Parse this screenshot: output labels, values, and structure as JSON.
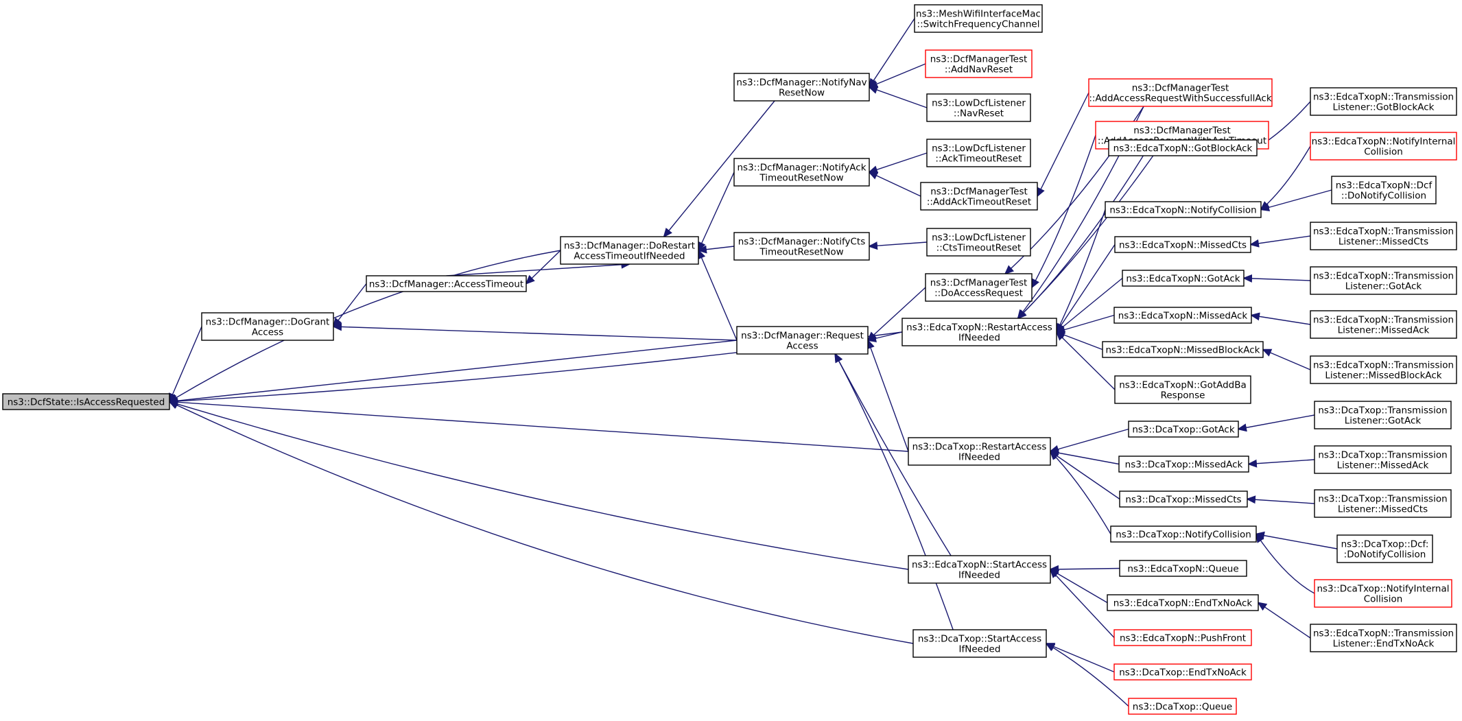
{
  "graph": {
    "edge_color": "#191970",
    "node_colors": {
      "normal": "#000000",
      "red": "#ff0000",
      "root_fill": "#bfbfbf"
    },
    "nodes": [
      {
        "id": "root",
        "lines": [
          "ns3::DcfState::IsAccessRequested"
        ],
        "style": "root"
      },
      {
        "id": "doGrant",
        "lines": [
          "ns3::DcfManager::DoGrant",
          "Access"
        ],
        "style": "normal"
      },
      {
        "id": "accessTimeout",
        "lines": [
          "ns3::DcfManager::AccessTimeout"
        ],
        "style": "normal"
      },
      {
        "id": "doRestart",
        "lines": [
          "ns3::DcfManager::DoRestart",
          "AccessTimeoutIfNeeded"
        ],
        "style": "normal"
      },
      {
        "id": "request",
        "lines": [
          "ns3::DcfManager::Request",
          "Access"
        ],
        "style": "normal"
      },
      {
        "id": "notifyNav",
        "lines": [
          "ns3::DcfManager::NotifyNav",
          "ResetNow"
        ],
        "style": "normal"
      },
      {
        "id": "notifyAck",
        "lines": [
          "ns3::DcfManager::NotifyAck",
          "TimeoutResetNow"
        ],
        "style": "normal"
      },
      {
        "id": "notifyCts",
        "lines": [
          "ns3::DcfManager::NotifyCts",
          "TimeoutResetNow"
        ],
        "style": "normal"
      },
      {
        "id": "meshSwitch",
        "lines": [
          "ns3::MeshWifiInterfaceMac",
          "::SwitchFrequencyChannel"
        ],
        "style": "normal"
      },
      {
        "id": "testAddNav",
        "lines": [
          "ns3::DcfManagerTest",
          "::AddNavReset"
        ],
        "style": "red"
      },
      {
        "id": "lowNav",
        "lines": [
          "ns3::LowDcfListener",
          "::NavReset"
        ],
        "style": "normal"
      },
      {
        "id": "lowAck",
        "lines": [
          "ns3::LowDcfListener",
          "::AckTimeoutReset"
        ],
        "style": "normal"
      },
      {
        "id": "testAddAckTimeoutReset",
        "lines": [
          "ns3::DcfManagerTest",
          "::AddAckTimeoutReset"
        ],
        "style": "normal"
      },
      {
        "id": "lowCts",
        "lines": [
          "ns3::LowDcfListener",
          "::CtsTimeoutReset"
        ],
        "style": "normal"
      },
      {
        "id": "testDoAccess",
        "lines": [
          "ns3::DcfManagerTest",
          "::DoAccessRequest"
        ],
        "style": "normal"
      },
      {
        "id": "testSuccessAck",
        "lines": [
          "ns3::DcfManagerTest",
          "::AddAccessRequestWithSuccessfullAck"
        ],
        "style": "red"
      },
      {
        "id": "testAckTimeout",
        "lines": [
          "ns3::DcfManagerTest",
          "::AddAccessRequestWithAckTimeout"
        ],
        "style": "red"
      },
      {
        "id": "edcaRestart",
        "lines": [
          "ns3::EdcaTxopN::RestartAccess",
          "IfNeeded"
        ],
        "style": "normal"
      },
      {
        "id": "edcaGotBlockAck",
        "lines": [
          "ns3::EdcaTxopN::GotBlockAck"
        ],
        "style": "normal"
      },
      {
        "id": "edcaNotifyCollision",
        "lines": [
          "ns3::EdcaTxopN::NotifyCollision"
        ],
        "style": "normal"
      },
      {
        "id": "edcaMissedCts",
        "lines": [
          "ns3::EdcaTxopN::MissedCts"
        ],
        "style": "normal"
      },
      {
        "id": "edcaGotAck",
        "lines": [
          "ns3::EdcaTxopN::GotAck"
        ],
        "style": "normal"
      },
      {
        "id": "edcaMissedAck",
        "lines": [
          "ns3::EdcaTxopN::MissedAck"
        ],
        "style": "normal"
      },
      {
        "id": "edcaMissedBlockAck",
        "lines": [
          "ns3::EdcaTxopN::MissedBlockAck"
        ],
        "style": "normal"
      },
      {
        "id": "edcaGotAddBa",
        "lines": [
          "ns3::EdcaTxopN::GotAddBa",
          "Response"
        ],
        "style": "normal"
      },
      {
        "id": "tlGotBlockAck",
        "lines": [
          "ns3::EdcaTxopN::Transmission",
          "Listener::GotBlockAck"
        ],
        "style": "normal"
      },
      {
        "id": "edcaNotifyInternal",
        "lines": [
          "ns3::EdcaTxopN::NotifyInternal",
          "Collision"
        ],
        "style": "red"
      },
      {
        "id": "edcaDcfNotify",
        "lines": [
          "ns3::EdcaTxopN::Dcf",
          "::DoNotifyCollision"
        ],
        "style": "normal"
      },
      {
        "id": "tlMissedCts",
        "lines": [
          "ns3::EdcaTxopN::Transmission",
          "Listener::MissedCts"
        ],
        "style": "normal"
      },
      {
        "id": "tlGotAck",
        "lines": [
          "ns3::EdcaTxopN::Transmission",
          "Listener::GotAck"
        ],
        "style": "normal"
      },
      {
        "id": "tlMissedAck",
        "lines": [
          "ns3::EdcaTxopN::Transmission",
          "Listener::MissedAck"
        ],
        "style": "normal"
      },
      {
        "id": "tlMissedBlockAck",
        "lines": [
          "ns3::EdcaTxopN::Transmission",
          "Listener::MissedBlockAck"
        ],
        "style": "normal"
      },
      {
        "id": "dcaRestart",
        "lines": [
          "ns3::DcaTxop::RestartAccess",
          "IfNeeded"
        ],
        "style": "normal"
      },
      {
        "id": "dcaGotAck",
        "lines": [
          "ns3::DcaTxop::GotAck"
        ],
        "style": "normal"
      },
      {
        "id": "dcaMissedAck",
        "lines": [
          "ns3::DcaTxop::MissedAck"
        ],
        "style": "normal"
      },
      {
        "id": "dcaMissedCts",
        "lines": [
          "ns3::DcaTxop::MissedCts"
        ],
        "style": "normal"
      },
      {
        "id": "dcaNotifyCollision",
        "lines": [
          "ns3::DcaTxop::NotifyCollision"
        ],
        "style": "normal"
      },
      {
        "id": "dtlGotAck",
        "lines": [
          "ns3::DcaTxop::Transmission",
          "Listener::GotAck"
        ],
        "style": "normal"
      },
      {
        "id": "dtlMissedAck",
        "lines": [
          "ns3::DcaTxop::Transmission",
          "Listener::MissedAck"
        ],
        "style": "normal"
      },
      {
        "id": "dtlMissedCts",
        "lines": [
          "ns3::DcaTxop::Transmission",
          "Listener::MissedCts"
        ],
        "style": "normal"
      },
      {
        "id": "dcaDcfNotify",
        "lines": [
          "ns3::DcaTxop::Dcf:",
          ":DoNotifyCollision"
        ],
        "style": "normal"
      },
      {
        "id": "dcaNotifyInternal",
        "lines": [
          "ns3::DcaTxop::NotifyInternal",
          "Collision"
        ],
        "style": "red"
      },
      {
        "id": "edcaStart",
        "lines": [
          "ns3::EdcaTxopN::StartAccess",
          "IfNeeded"
        ],
        "style": "normal"
      },
      {
        "id": "edcaQueue",
        "lines": [
          "ns3::EdcaTxopN::Queue"
        ],
        "style": "normal"
      },
      {
        "id": "edcaEndTx",
        "lines": [
          "ns3::EdcaTxopN::EndTxNoAck"
        ],
        "style": "normal"
      },
      {
        "id": "edcaPushFront",
        "lines": [
          "ns3::EdcaTxopN::PushFront"
        ],
        "style": "red"
      },
      {
        "id": "tlEndTx",
        "lines": [
          "ns3::EdcaTxopN::Transmission",
          "Listener::EndTxNoAck"
        ],
        "style": "normal"
      },
      {
        "id": "dcaStart",
        "lines": [
          "ns3::DcaTxop::StartAccess",
          "IfNeeded"
        ],
        "style": "normal"
      },
      {
        "id": "dcaEndTx",
        "lines": [
          "ns3::DcaTxop::EndTxNoAck"
        ],
        "style": "red"
      },
      {
        "id": "dcaQueue",
        "lines": [
          "ns3::DcaTxop::Queue"
        ],
        "style": "red"
      }
    ],
    "edges": [
      [
        "doGrant",
        "root"
      ],
      [
        "accessTimeout",
        "doGrant"
      ],
      [
        "doRestart",
        "accessTimeout"
      ],
      [
        "accessTimeout",
        "doRestart"
      ],
      [
        "doRestart",
        "root"
      ],
      [
        "request",
        "root"
      ],
      [
        "edcaRestart",
        "root"
      ],
      [
        "dcaRestart",
        "root"
      ],
      [
        "edcaStart",
        "root"
      ],
      [
        "dcaStart",
        "root"
      ],
      [
        "request",
        "doGrant"
      ],
      [
        "notifyNav",
        "doRestart"
      ],
      [
        "notifyAck",
        "doRestart"
      ],
      [
        "notifyCts",
        "doRestart"
      ],
      [
        "request",
        "doRestart"
      ],
      [
        "meshSwitch",
        "notifyNav"
      ],
      [
        "testAddNav",
        "notifyNav"
      ],
      [
        "lowNav",
        "notifyNav"
      ],
      [
        "lowAck",
        "notifyAck"
      ],
      [
        "testAddAckTimeoutReset",
        "notifyAck"
      ],
      [
        "lowCts",
        "notifyCts"
      ],
      [
        "testDoAccess",
        "request"
      ],
      [
        "edcaRestart",
        "request"
      ],
      [
        "dcaRestart",
        "request"
      ],
      [
        "edcaStart",
        "request"
      ],
      [
        "dcaStart",
        "request"
      ],
      [
        "testSuccessAck",
        "testAddAckTimeoutReset"
      ],
      [
        "testSuccessAck",
        "testDoAccess"
      ],
      [
        "testAckTimeout",
        "testDoAccess"
      ],
      [
        "testSuccessAck",
        "edcaRestart"
      ],
      [
        "testAckTimeout",
        "edcaRestart"
      ],
      [
        "edcaGotBlockAck",
        "edcaRestart"
      ],
      [
        "edcaNotifyCollision",
        "edcaRestart"
      ],
      [
        "edcaMissedCts",
        "edcaRestart"
      ],
      [
        "edcaGotAck",
        "edcaRestart"
      ],
      [
        "edcaMissedAck",
        "edcaRestart"
      ],
      [
        "edcaMissedBlockAck",
        "edcaRestart"
      ],
      [
        "edcaGotAddBa",
        "edcaRestart"
      ],
      [
        "tlGotBlockAck",
        "edcaGotBlockAck"
      ],
      [
        "edcaNotifyInternal",
        "edcaNotifyCollision"
      ],
      [
        "edcaDcfNotify",
        "edcaNotifyCollision"
      ],
      [
        "tlMissedCts",
        "edcaMissedCts"
      ],
      [
        "tlGotAck",
        "edcaGotAck"
      ],
      [
        "tlMissedAck",
        "edcaMissedAck"
      ],
      [
        "tlMissedBlockAck",
        "edcaMissedBlockAck"
      ],
      [
        "dcaGotAck",
        "dcaRestart"
      ],
      [
        "dcaMissedAck",
        "dcaRestart"
      ],
      [
        "dcaMissedCts",
        "dcaRestart"
      ],
      [
        "dcaNotifyCollision",
        "dcaRestart"
      ],
      [
        "dtlGotAck",
        "dcaGotAck"
      ],
      [
        "dtlMissedAck",
        "dcaMissedAck"
      ],
      [
        "dtlMissedCts",
        "dcaMissedCts"
      ],
      [
        "dcaDcfNotify",
        "dcaNotifyCollision"
      ],
      [
        "dcaNotifyInternal",
        "dcaNotifyCollision"
      ],
      [
        "edcaQueue",
        "edcaStart"
      ],
      [
        "edcaEndTx",
        "edcaStart"
      ],
      [
        "edcaPushFront",
        "edcaStart"
      ],
      [
        "tlEndTx",
        "edcaEndTx"
      ],
      [
        "dcaEndTx",
        "dcaStart"
      ],
      [
        "dcaQueue",
        "dcaStart"
      ]
    ]
  }
}
